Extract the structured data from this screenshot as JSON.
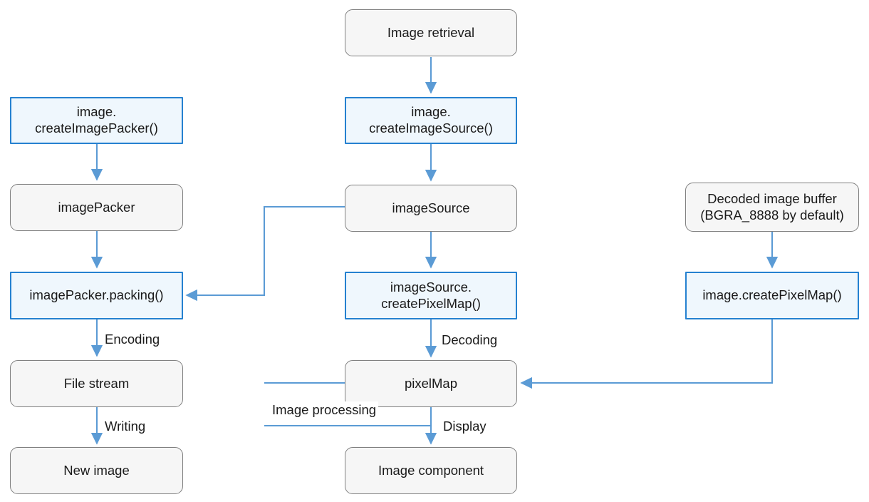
{
  "diagram": {
    "title": "Image retrieval, decoding, processing, and encoding flow",
    "colors": {
      "arrow": "#5b9bd5",
      "blue_border": "#2581d0",
      "blue_fill": "#eff7fd",
      "gray_border": "#808080",
      "gray_fill": "#f6f6f6",
      "text": "#1a1a1a",
      "background": "#ffffff"
    },
    "nodes": [
      {
        "id": "image-retrieval",
        "label": "Image retrieval",
        "style": "rounded"
      },
      {
        "id": "create-image-source",
        "label": "image.\ncreateImageSource()",
        "style": "blue"
      },
      {
        "id": "image-source",
        "label": "imageSource",
        "style": "rounded"
      },
      {
        "id": "image-source-create-pixelmap",
        "label": "imageSource.\ncreatePixelMap()",
        "style": "blue"
      },
      {
        "id": "pixel-map",
        "label": "pixelMap",
        "style": "rounded"
      },
      {
        "id": "image-component",
        "label": "Image component",
        "style": "rounded"
      },
      {
        "id": "create-image-packer",
        "label": "image.\ncreateImagePacker()",
        "style": "blue"
      },
      {
        "id": "image-packer",
        "label": "imagePacker",
        "style": "rounded"
      },
      {
        "id": "image-packer-packing",
        "label": "imagePacker.packing()",
        "style": "blue"
      },
      {
        "id": "file-stream",
        "label": "File stream",
        "style": "rounded"
      },
      {
        "id": "new-image",
        "label": "New image",
        "style": "rounded"
      },
      {
        "id": "decoded-image-buffer",
        "label": "Decoded image buffer\n(BGRA_8888 by default)",
        "style": "rounded"
      },
      {
        "id": "create-pixelmap",
        "label": "image.createPixelMap()",
        "style": "blue"
      }
    ],
    "edge_labels": [
      {
        "id": "encoding",
        "text": "Encoding"
      },
      {
        "id": "writing",
        "text": "Writing"
      },
      {
        "id": "decoding",
        "text": "Decoding"
      },
      {
        "id": "display",
        "text": "Display"
      },
      {
        "id": "image-processing",
        "text": "Image processing"
      }
    ],
    "edges": [
      {
        "from": "image-retrieval",
        "to": "create-image-source",
        "label": ""
      },
      {
        "from": "create-image-source",
        "to": "image-source",
        "label": ""
      },
      {
        "from": "image-source",
        "to": "image-source-create-pixelmap",
        "label": ""
      },
      {
        "from": "image-source-create-pixelmap",
        "to": "pixel-map",
        "label": "Decoding"
      },
      {
        "from": "pixel-map",
        "to": "image-component",
        "label": "Display"
      },
      {
        "from": "create-image-packer",
        "to": "image-packer",
        "label": ""
      },
      {
        "from": "image-packer",
        "to": "image-packer-packing",
        "label": ""
      },
      {
        "from": "image-packer-packing",
        "to": "file-stream",
        "label": "Encoding"
      },
      {
        "from": "file-stream",
        "to": "new-image",
        "label": "Writing"
      },
      {
        "from": "image-source",
        "to": "image-packer-packing",
        "label": ""
      },
      {
        "from": "pixel-map",
        "to": "image-packer-packing",
        "label": "Image processing"
      },
      {
        "from": "decoded-image-buffer",
        "to": "create-pixelmap",
        "label": ""
      },
      {
        "from": "create-pixelmap",
        "to": "pixel-map",
        "label": ""
      }
    ]
  }
}
